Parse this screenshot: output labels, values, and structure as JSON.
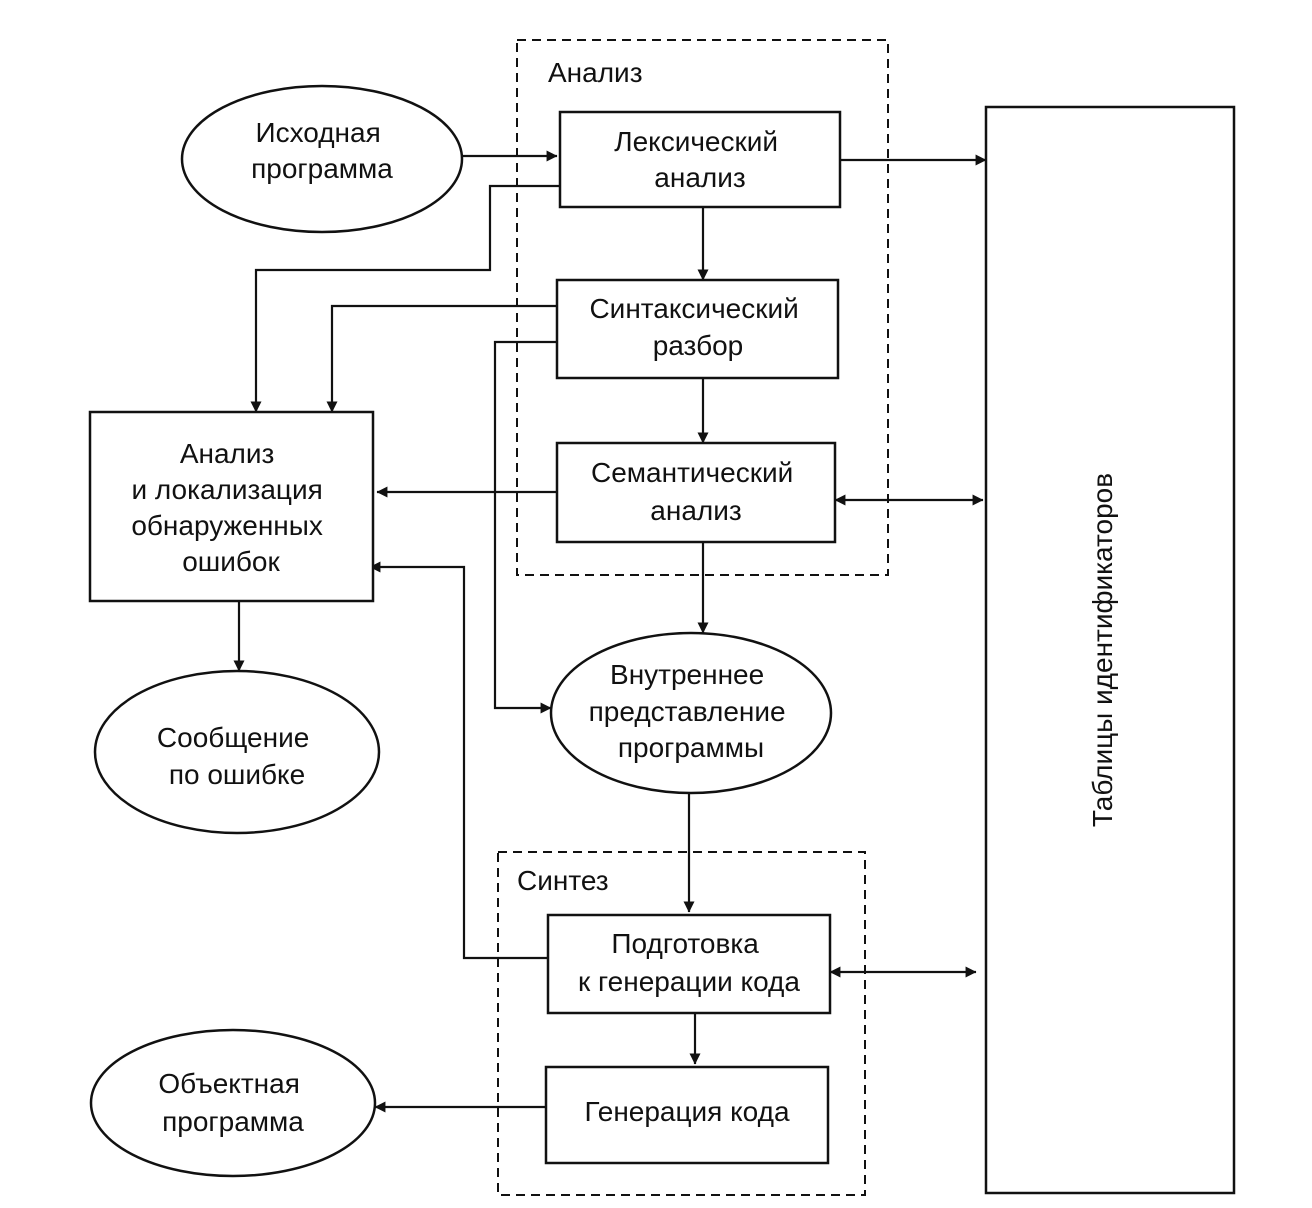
{
  "groups": {
    "analysis": {
      "label": "Анализ"
    },
    "synthesis": {
      "label": "Синтез"
    }
  },
  "nodes": {
    "source_program": [
      "Исходная",
      "программа"
    ],
    "lexical": [
      "Лексический",
      "анализ"
    ],
    "syntax": [
      "Синтаксический",
      "разбор"
    ],
    "semantic": [
      "Семантический",
      "анализ"
    ],
    "error_analysis": [
      "Анализ",
      "и локализация",
      "обнаруженных",
      "ошибок"
    ],
    "error_message": [
      "Сообщение",
      "по ошибке"
    ],
    "internal_repr": [
      "Внутреннее",
      "представление",
      "программы"
    ],
    "codegen_prep": [
      "Подготовка",
      "к генерации кода"
    ],
    "codegen": [
      "Генерация кода"
    ],
    "object_program": [
      "Объектная",
      "программа"
    ],
    "identifier_tables": [
      "Таблицы идентификаторов"
    ]
  }
}
